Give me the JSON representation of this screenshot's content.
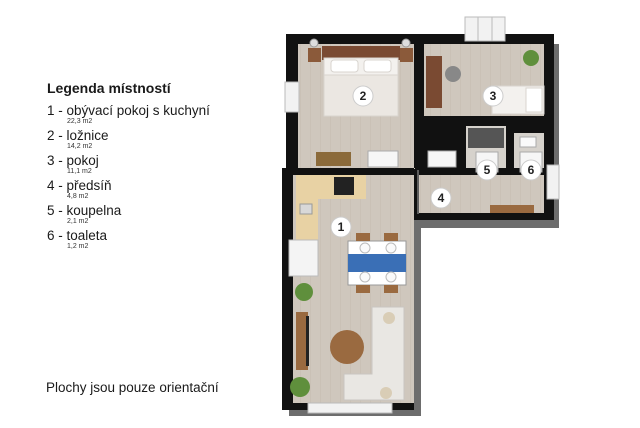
{
  "legend": {
    "title": "Legenda místností",
    "items": [
      {
        "label": "1 - obývací pokoj s kuchyní",
        "area": "22,3 m2"
      },
      {
        "label": "2 - ložnice",
        "area": "14,2 m2"
      },
      {
        "label": "3 - pokoj",
        "area": "11,1 m2"
      },
      {
        "label": "4 - předsíň",
        "area": "4,8 m2"
      },
      {
        "label": "5 - koupelna",
        "area": "2,1 m2"
      },
      {
        "label": "6 - toaleta",
        "area": "1,2 m2"
      }
    ]
  },
  "note": "Plochy jsou pouze orientační",
  "rooms": [
    "1",
    "2",
    "3",
    "4",
    "5",
    "6"
  ],
  "colors": {
    "wall": "#111111",
    "floor": "#cfc7bd",
    "floor_dark": "#bdb3a7",
    "counter": "#e8d2a4",
    "bed": "#f3f1ee",
    "headboard": "#7a4a32",
    "table_blue": "#3a6fb6",
    "sofa": "#e9e7e3",
    "wood": "#9a6a40",
    "plant": "#5f8f3c",
    "marker": "#ffffff"
  }
}
